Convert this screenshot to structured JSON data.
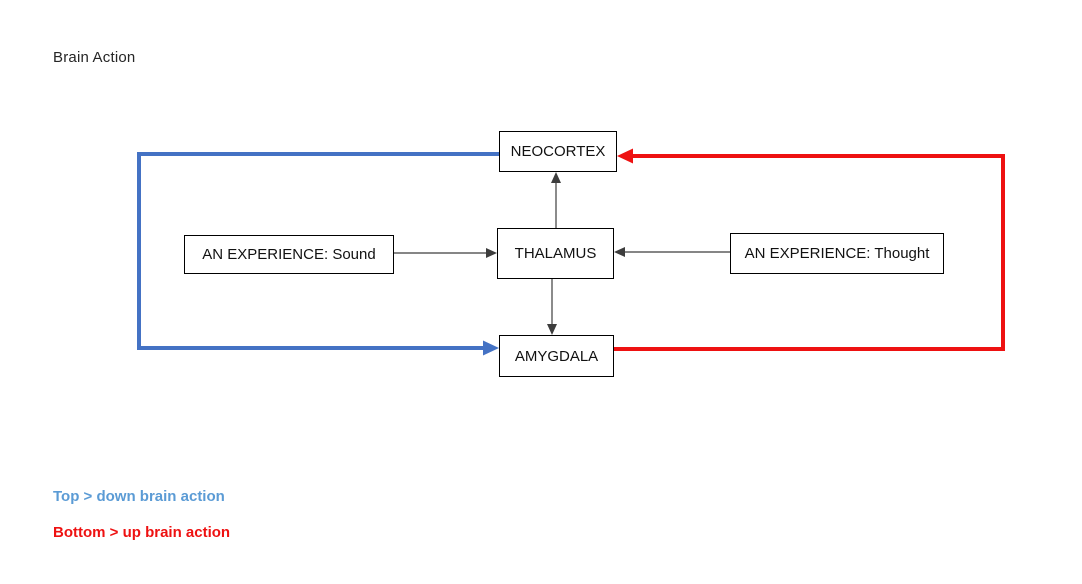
{
  "title": "Brain Action",
  "colors": {
    "top_down_blue": "#4472C4",
    "bottom_up_red": "#EE1111",
    "legend_blue": "#5B9BD5",
    "legend_red": "#EE1111",
    "connector_black": "#3D3D3D",
    "box_border": "#000000"
  },
  "diagram": {
    "nodes": {
      "neocortex": {
        "label": "NEOCORTEX"
      },
      "thalamus": {
        "label": "THALAMUS"
      },
      "amygdala": {
        "label": "AMYGDALA"
      },
      "experience_sound": {
        "label": "AN EXPERIENCE: Sound"
      },
      "experience_thought": {
        "label": "AN EXPERIENCE: Thought"
      }
    },
    "connections": [
      "AN EXPERIENCE: Sound -> THALAMUS",
      "AN EXPERIENCE: Thought -> THALAMUS",
      "THALAMUS -> NEOCORTEX",
      "THALAMUS -> AMYGDALA",
      "NEOCORTEX -> AMYGDALA (blue top-down loop, left side)",
      "AMYGDALA -> NEOCORTEX (red bottom-up loop, right side)"
    ]
  },
  "legend": {
    "top_down": "Top > down brain action",
    "bottom_up": "Bottom > up brain action"
  }
}
